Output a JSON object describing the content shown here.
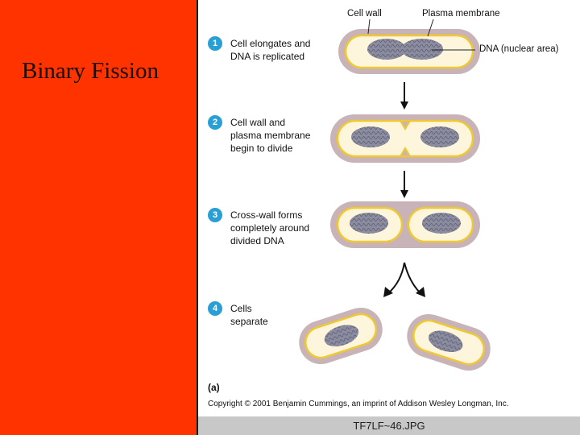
{
  "slide": {
    "title": "Binary Fission"
  },
  "diagram": {
    "labels": {
      "cell_wall": "Cell wall",
      "plasma_membrane": "Plasma membrane",
      "dna": "DNA (nuclear area)"
    },
    "steps": [
      {
        "number": "1",
        "text": "Cell elongates and\nDNA is replicated"
      },
      {
        "number": "2",
        "text": "Cell wall and\nplasma membrane\nbegin to divide"
      },
      {
        "number": "3",
        "text": "Cross-wall forms\ncompletely around\ndivided DNA"
      },
      {
        "number": "4",
        "text": "Cells\nseparate"
      }
    ],
    "figure_letter": "(a)",
    "copyright": "Copyright © 2001 Benjamin Cummings, an imprint of Addison Wesley Longman, Inc.",
    "colors": {
      "cell_wall": "#c8b4b8",
      "membrane": "#f0c832",
      "cytoplasm": "#fdf6dc",
      "dna": "#8c8ca0",
      "step_badge": "#2a9fd6",
      "background": "#ff3300"
    }
  },
  "caption": {
    "filename": "TF7LF~46.JPG"
  }
}
